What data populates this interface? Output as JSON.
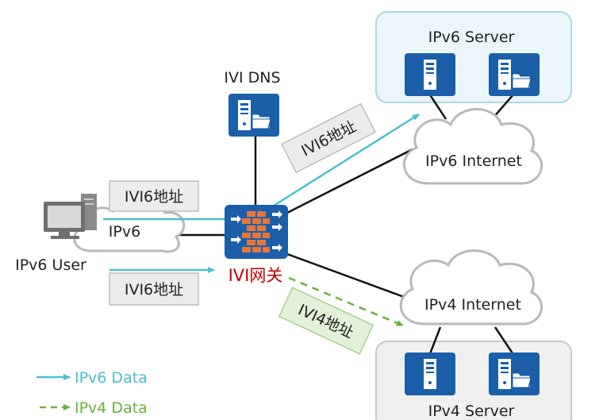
{
  "ipv6_server_group": {
    "label": "IPv6 Server"
  },
  "ipv4_server_group": {
    "label": "IPv4 Server"
  },
  "ipv6_internet": {
    "label": "IPv6 Internet"
  },
  "ipv4_internet": {
    "label": "IPv4 Internet"
  },
  "ipv6_local_network": {
    "label": "IPv6"
  },
  "ivi_dns": {
    "label": "IVI DNS"
  },
  "ipv6_user": {
    "label": "IPv6 User"
  },
  "ivi_gateway": {
    "label": "IVI网关",
    "color": "#c00000"
  },
  "address_tags": {
    "top_left": "IVI6地址",
    "bottom_left": "IVI6地址",
    "rotated_upper": "IVI6地址",
    "rotated_lower": "IVI4地址"
  },
  "legend": {
    "ipv6_data": {
      "label": "IPv6 Data",
      "color": "#4bbfcc"
    },
    "ipv4_data": {
      "label": "IPv4 Data",
      "color": "#6ab23a"
    }
  },
  "colors": {
    "device_blue": "#1a5fa8",
    "server_panel_fill": "#eaf6f9",
    "server_panel_stroke": "#a9d8e2",
    "ipv4_panel_fill": "#f0f0f0",
    "ipv4_panel_stroke": "#c8c8c8",
    "tag_fill": "#ececec",
    "tag_green_fill": "#e3f1d8"
  },
  "icons": {
    "server": "server-icon",
    "file_server": "file-server-icon",
    "firewall": "firewall-icon",
    "computer": "computer-icon",
    "cloud": "cloud-icon"
  }
}
